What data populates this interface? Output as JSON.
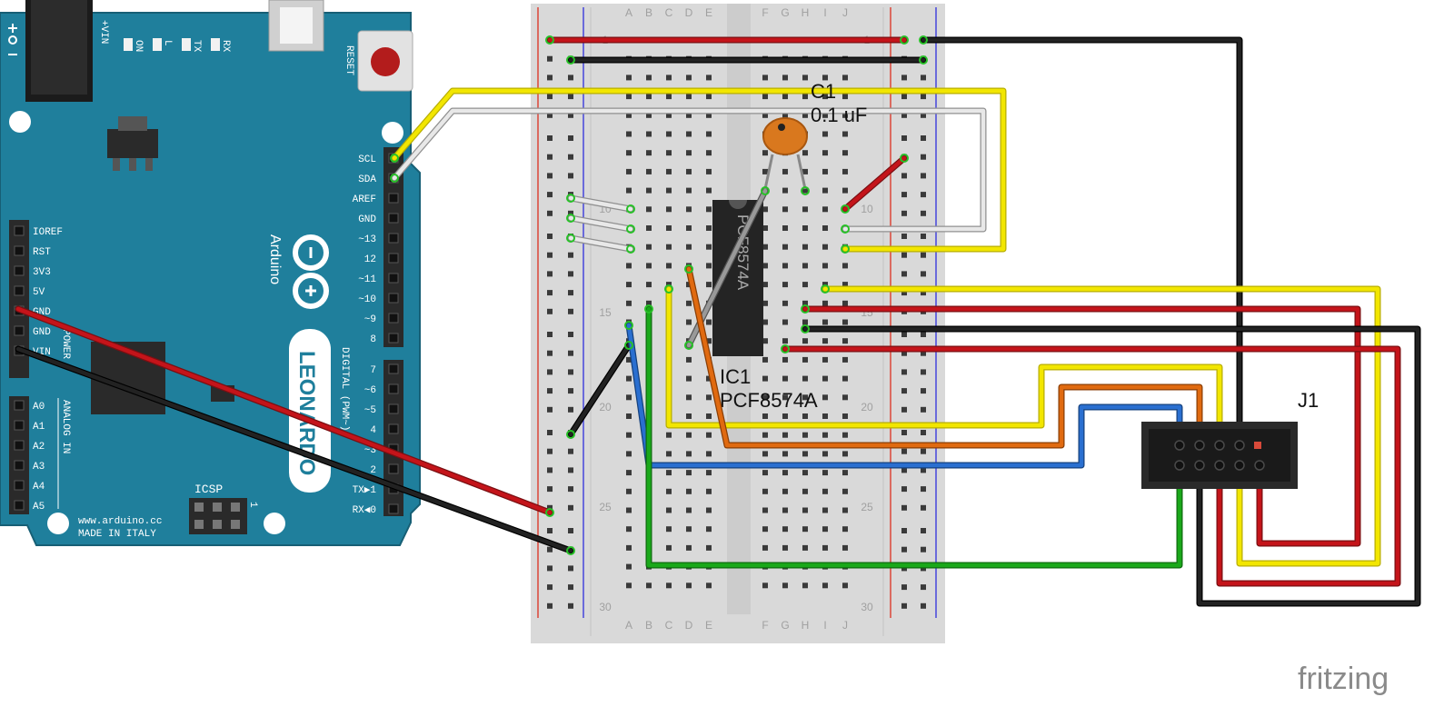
{
  "arduino": {
    "board_name": "LEONARDO",
    "brand": "Arduino",
    "site": "www.arduino.cc",
    "made_in": "MADE IN ITALY",
    "reset_label": "RESET",
    "icsp_label": "ICSP",
    "icsp_pin1": "1",
    "vin_label": "+VIN",
    "leds": [
      "ON",
      "L",
      "TX",
      "RX"
    ],
    "section_power": "POWER",
    "section_analog": "ANALOG IN",
    "section_digital": "DIGITAL (PWM~)",
    "power_pins": [
      "IOREF",
      "RST",
      "3V3",
      "5V",
      "GND",
      "GND",
      "VIN"
    ],
    "analog_pins": [
      "A0",
      "A1",
      "A2",
      "A3",
      "A4",
      "A5"
    ],
    "top_header_pins": [
      "SCL",
      "SDA",
      "AREF",
      "GND",
      "~13",
      "12",
      "~11",
      "~10",
      "~9",
      "8"
    ],
    "bottom_header_pins": [
      "7",
      "~6",
      "~5",
      "4",
      "~3",
      "2",
      "TX▶1",
      "RX◀0"
    ],
    "colors": {
      "board": "#1f7f9c",
      "header": "#2a2a2a"
    }
  },
  "breadboard": {
    "columns_left": [
      "A",
      "B",
      "C",
      "D",
      "E"
    ],
    "columns_right": [
      "F",
      "G",
      "H",
      "I",
      "J"
    ],
    "row_numbers": [
      "1",
      "10",
      "15",
      "20",
      "25",
      "30"
    ]
  },
  "components": {
    "capacitor": {
      "ref": "C1",
      "value": "0.1 uF"
    },
    "ic": {
      "ref": "IC1",
      "part": "PCF8574A",
      "chip_marking": "PCF8574A"
    },
    "connector": {
      "ref": "J1"
    }
  },
  "watermark": "fritzing",
  "wire_colors": {
    "red": "#c4141a",
    "black": "#1a1a1a",
    "yellow": "#f2e600",
    "white": "#d8d8d8",
    "orange": "#e06a10",
    "blue": "#2a6fd0",
    "green": "#1aa81a"
  }
}
